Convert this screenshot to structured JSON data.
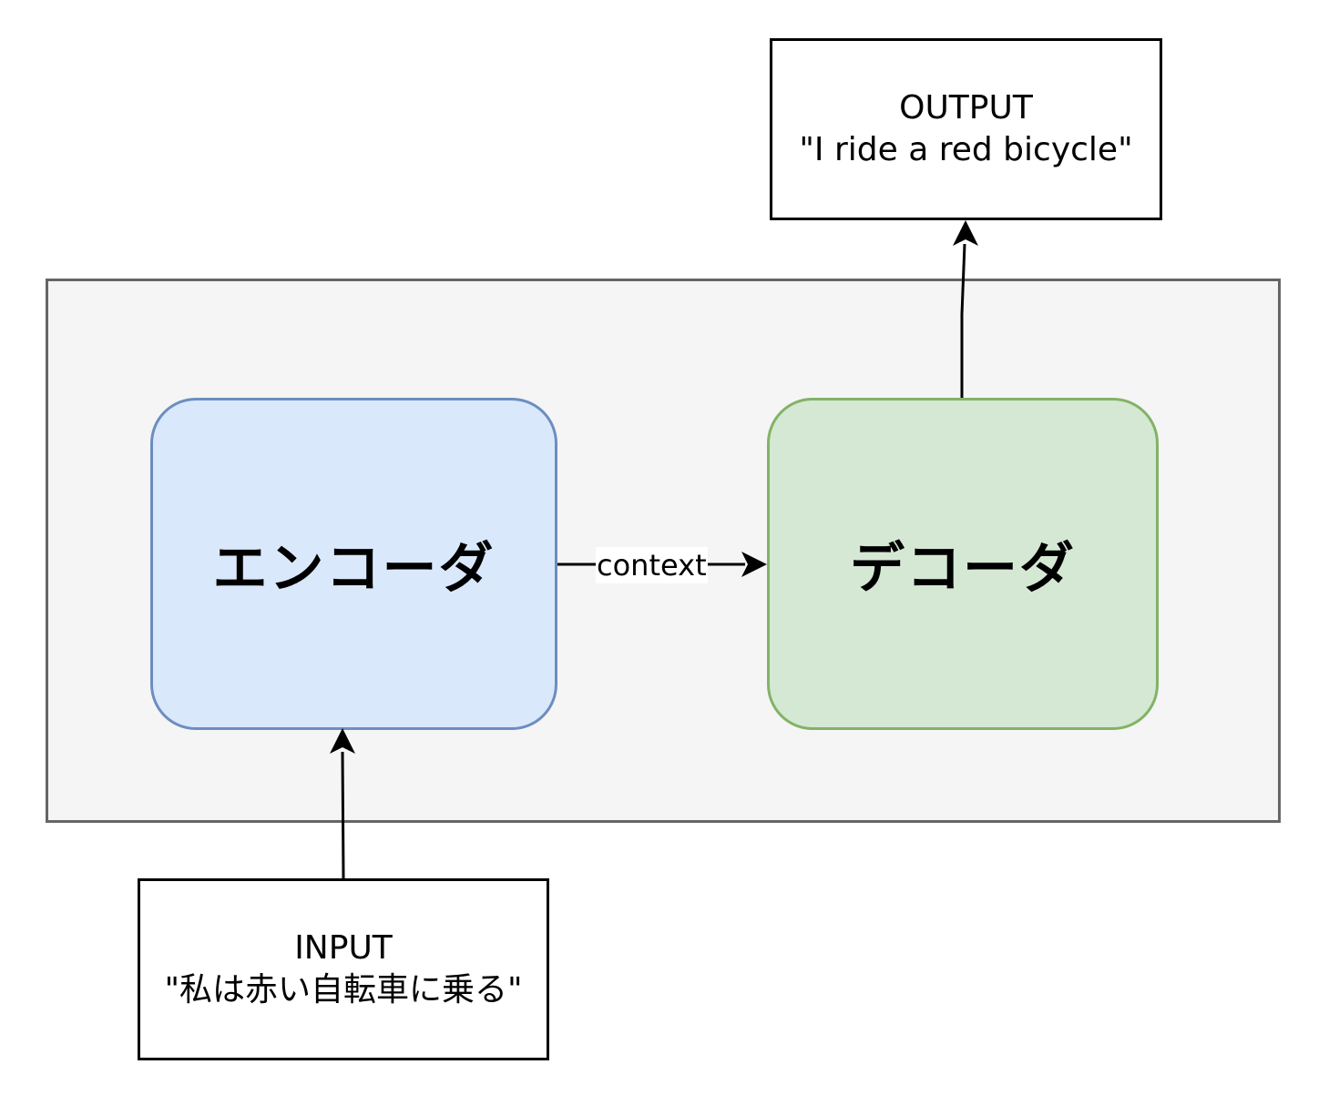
{
  "colors": {
    "container_fill": "#f5f5f5",
    "container_border": "#666666",
    "encoder_fill": "#dae8fc",
    "encoder_border": "#6c8ebf",
    "decoder_fill": "#d5e8d4",
    "decoder_border": "#82b366",
    "io_fill": "#ffffff",
    "io_border": "#000000"
  },
  "output": {
    "title": "OUTPUT",
    "text": "\"I ride a red bicycle\""
  },
  "input": {
    "title": "INPUT",
    "text": "\"私は赤い自転車に乗る\""
  },
  "encoder": {
    "label": "エンコーダ"
  },
  "decoder": {
    "label": "デコーダ"
  },
  "edges": {
    "context_label": "context"
  }
}
